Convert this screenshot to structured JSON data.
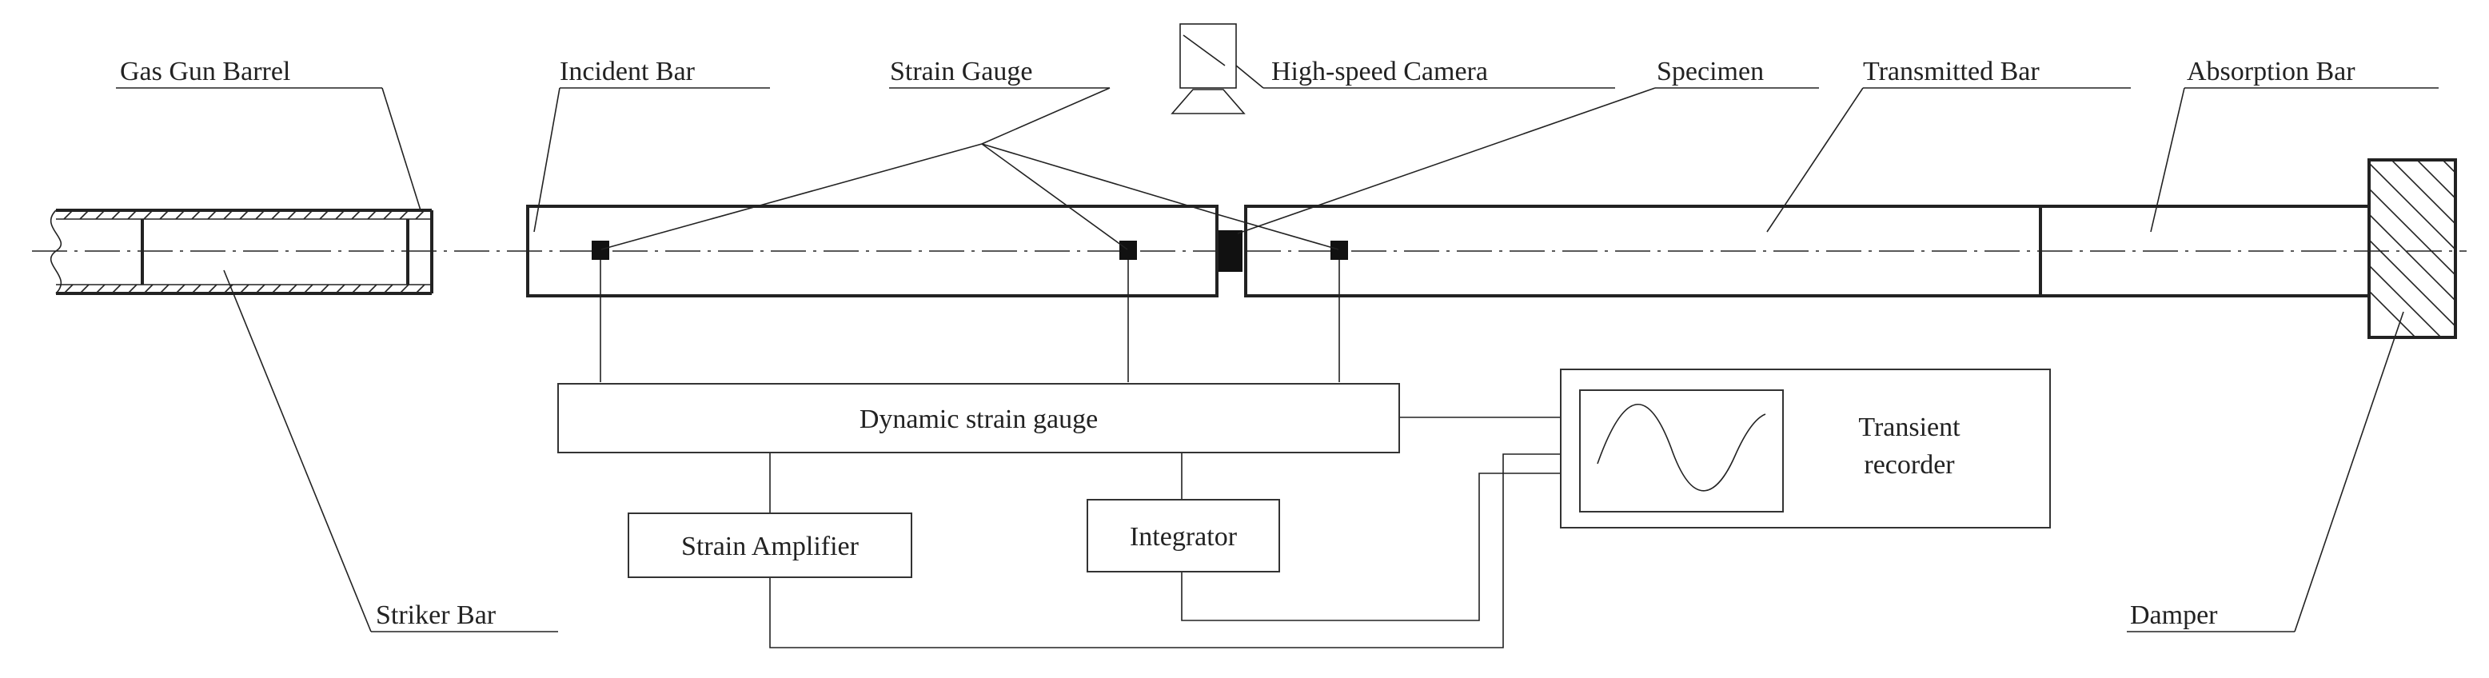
{
  "labels": {
    "gas_gun_barrel": "Gas Gun Barrel",
    "incident_bar": "Incident Bar",
    "strain_gauge": "Strain Gauge",
    "high_speed_camera": "High-speed Camera",
    "specimen": "Specimen",
    "transmitted_bar": "Transmitted Bar",
    "absorption_bar": "Absorption Bar",
    "striker_bar": "Striker Bar",
    "damper": "Damper",
    "dynamic_strain_gauge": "Dynamic strain gauge",
    "strain_amplifier": "Strain Amplifier",
    "integrator": "Integrator",
    "transient_recorder_line1": "Transient",
    "transient_recorder_line2": "recorder"
  },
  "colors": {
    "line": "#222222",
    "box_border": "#333333",
    "background": "#ffffff"
  }
}
